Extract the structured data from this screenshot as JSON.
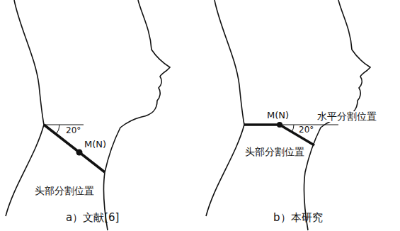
{
  "diagram": {
    "labels": [
      "20°",
      "M(N)",
      "头部分割位置",
      "a）文献[6]",
      "M(N)",
      "水平分割位置",
      "20°",
      "头部分割位置",
      "b）本研究"
    ]
  }
}
